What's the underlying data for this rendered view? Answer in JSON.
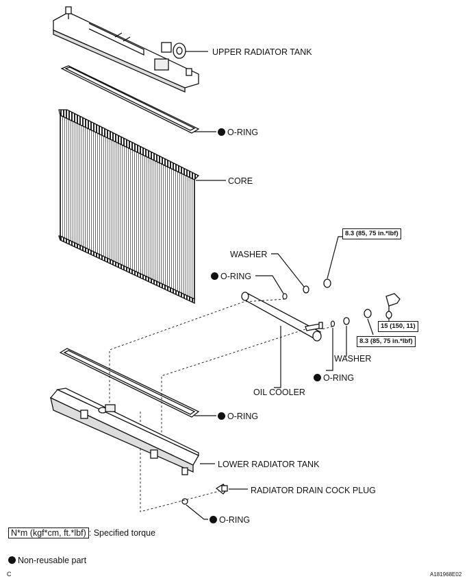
{
  "labels": {
    "upper_tank": "UPPER RADIATOR TANK",
    "oring_top": "O-RING",
    "core": "CORE",
    "washer_top": "WASHER",
    "oring_mid_left": "O-RING",
    "washer_bottom": "WASHER",
    "oring_mid_right": "O-RING",
    "oil_cooler": "OIL COOLER",
    "oring_lower": "O-RING",
    "lower_tank": "LOWER RADIATOR TANK",
    "drain_plug": "RADIATOR DRAIN COCK PLUG",
    "oring_bottom": "O-RING"
  },
  "torques": {
    "t1": "8.3 (85, 75 in.*lbf)",
    "t2": "15 (150, 11)",
    "t3": "8.3 (85, 75 in.*lbf)"
  },
  "legend": {
    "torque_unit": "N*m (kgf*cm, ft.*lbf)",
    "torque_desc": ": Specified torque",
    "nonreusable": "Non-reusable part"
  },
  "footer": {
    "left_code": "C",
    "figure_id": "A181968E02"
  },
  "colors": {
    "ink": "#111111",
    "background": "#ffffff"
  }
}
